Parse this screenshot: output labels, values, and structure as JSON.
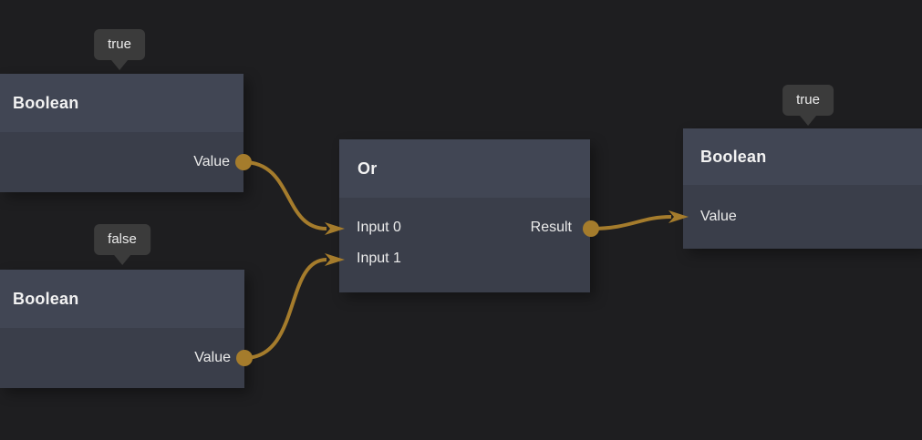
{
  "editor": {
    "kind": "node-graph-canvas"
  },
  "colors": {
    "background": "#1e1e20",
    "node_header": "#414654",
    "node_body": "#3a3e4a",
    "tooltip_background": "#3b3b3b",
    "wire_accent": "#a57c2c",
    "text": "#f2f2f2"
  },
  "nodes": [
    {
      "title": "Boolean",
      "tooltip": "true",
      "ports": {
        "output": "Value"
      }
    },
    {
      "title": "Boolean",
      "tooltip": "false",
      "ports": {
        "output": "Value"
      }
    },
    {
      "title": "Or",
      "ports": {
        "input0": "Input 0",
        "input1": "Input 1",
        "output": "Result"
      }
    },
    {
      "title": "Boolean",
      "tooltip": "true",
      "ports": {
        "input": "Value"
      }
    }
  ],
  "connections": [
    {
      "from": "Boolean(true) / Value",
      "to": "Or / Input 0"
    },
    {
      "from": "Boolean(false) / Value",
      "to": "Or / Input 1"
    },
    {
      "from": "Or / Result",
      "to": "Boolean(true) / Value"
    }
  ]
}
